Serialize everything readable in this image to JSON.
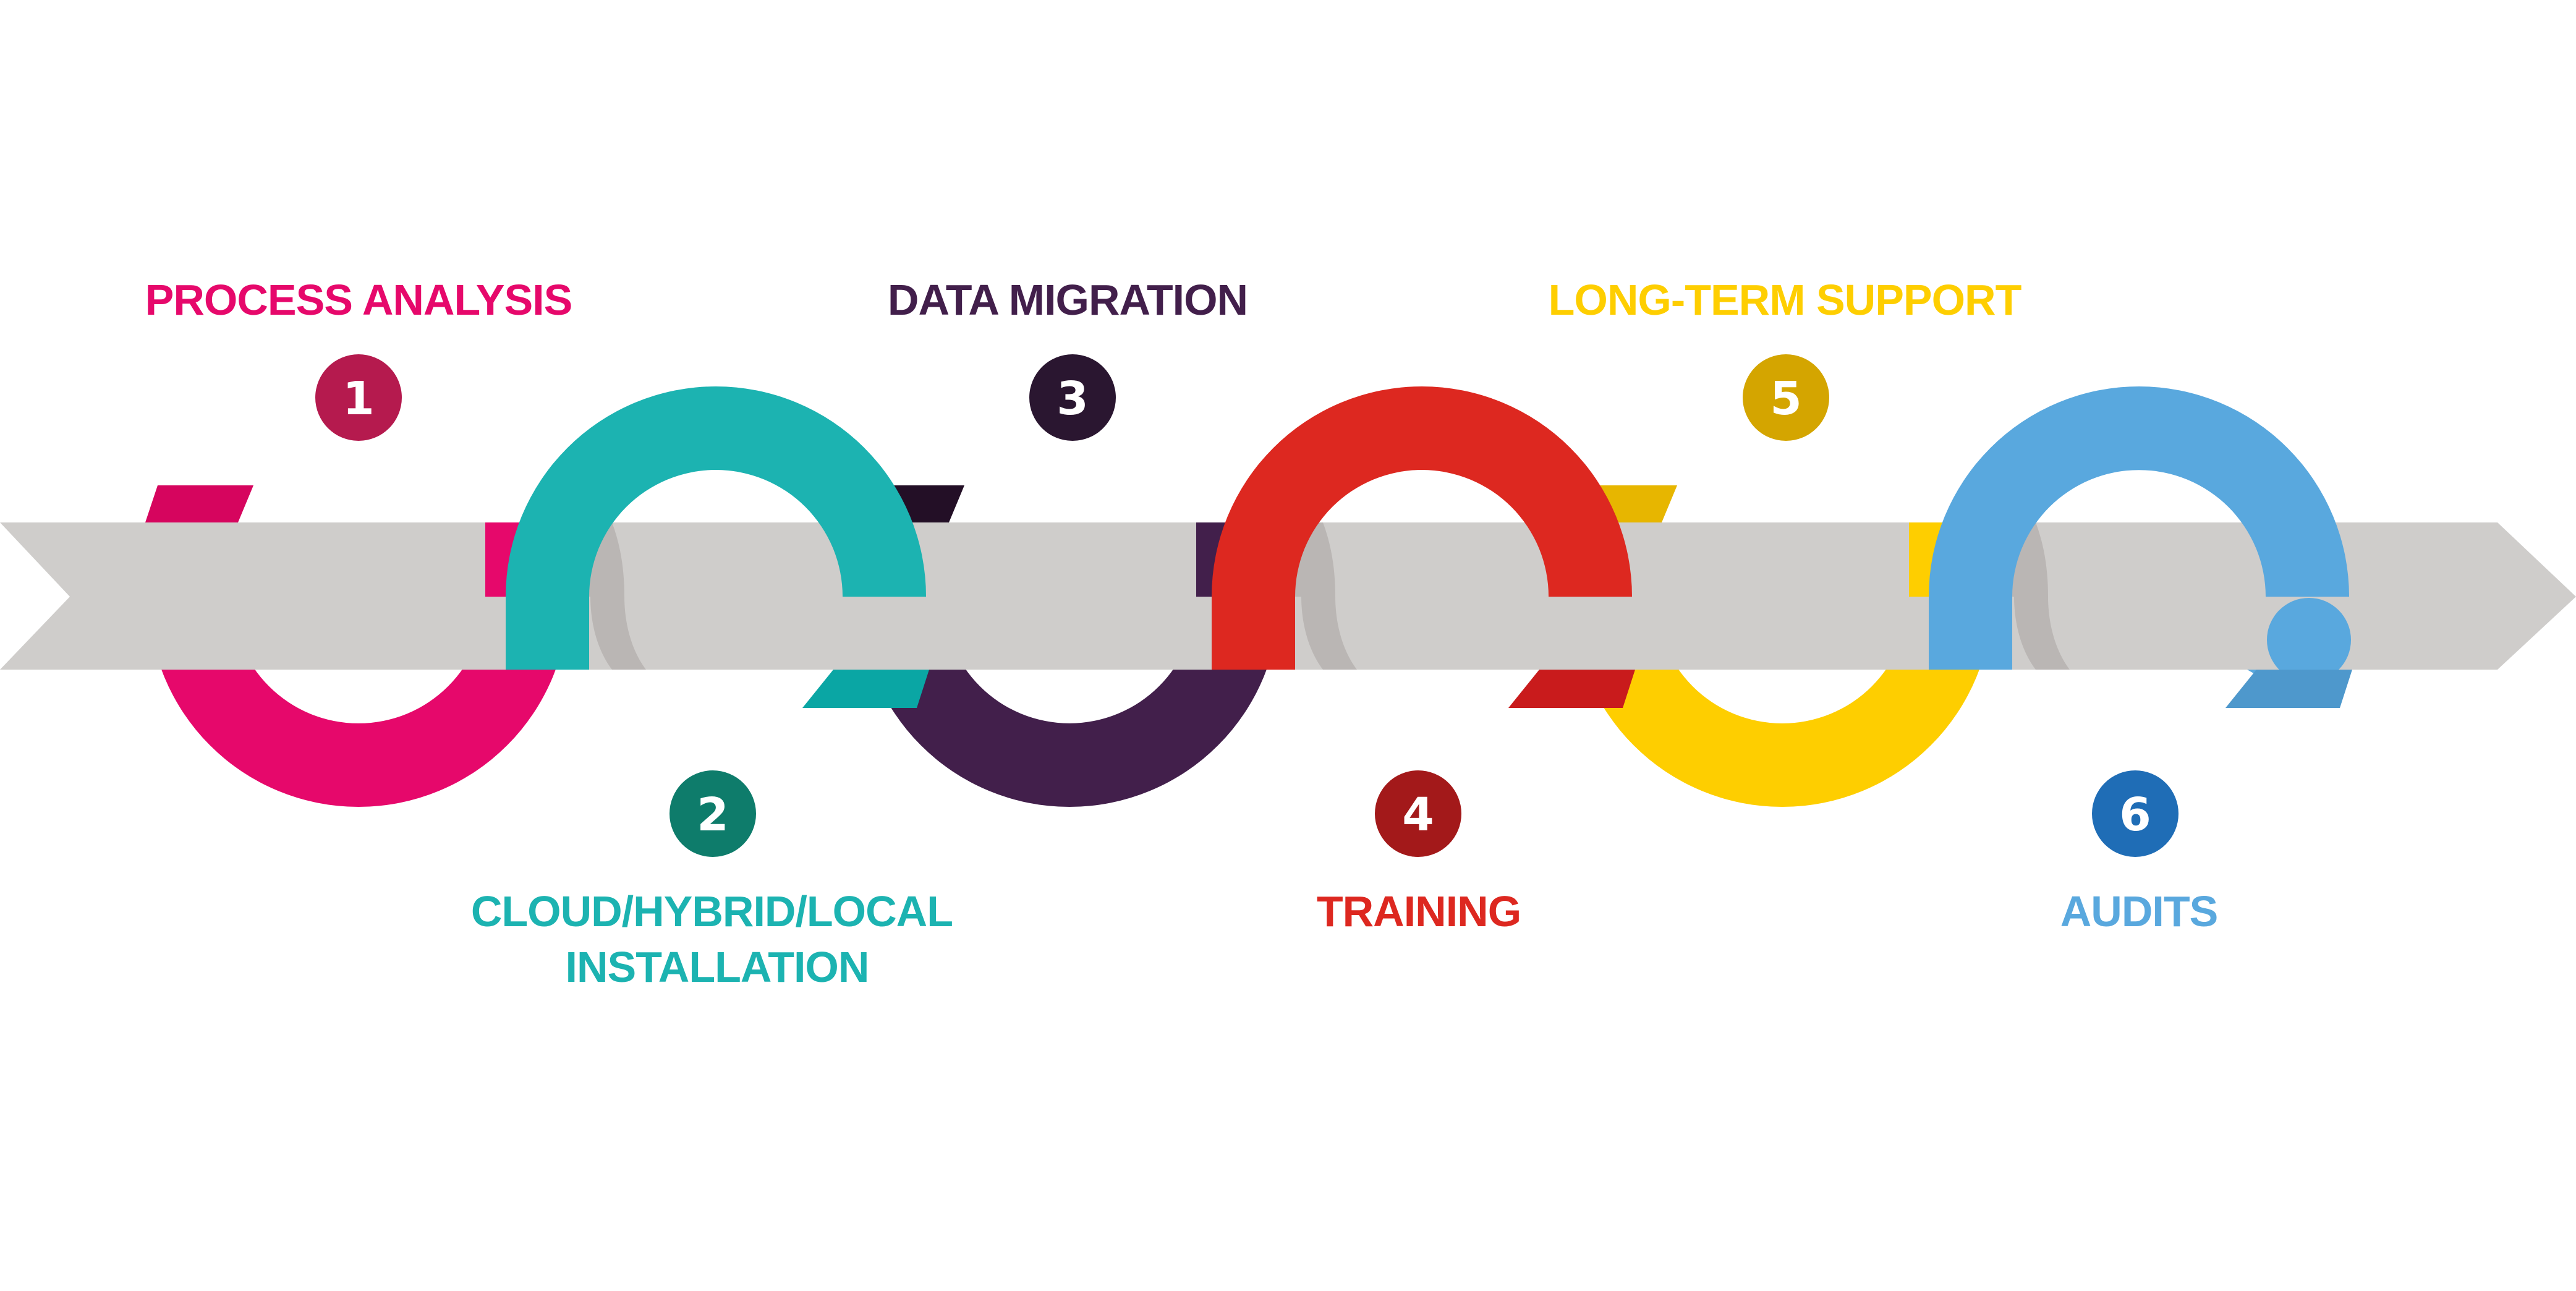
{
  "steps": [
    {
      "number": "1",
      "label": [
        "PROCESS ANALYSIS"
      ],
      "color": "#E6086B",
      "dark": "#B51A4E",
      "shade": "#D6055E"
    },
    {
      "number": "2",
      "label": [
        "CLOUD/HYBRID/LOCAL",
        "INSTALLATION"
      ],
      "color": "#1CB3B1",
      "dark": "#0E7C6B",
      "shade": "#0AA6A4"
    },
    {
      "number": "3",
      "label": [
        "DATA MIGRATION"
      ],
      "color": "#421F4B",
      "dark": "#2A1630",
      "shade": "#230F26"
    },
    {
      "number": "4",
      "label": [
        "TRAINING"
      ],
      "color": "#DD2820",
      "dark": "#A3191A",
      "shade": "#C91B1C"
    },
    {
      "number": "5",
      "label": [
        "LONG-TERM SUPPORT"
      ],
      "color": "#FECE00",
      "dark": "#D4A500",
      "shade": "#E7B600"
    },
    {
      "number": "6",
      "label": [
        "AUDITS"
      ],
      "color": "#59A8DE",
      "dark": "#1F6DB6",
      "shade": "#4E98CC"
    }
  ],
  "arrow_color": "#CFCDCB",
  "arrow_shadow": "#BAB6B4"
}
